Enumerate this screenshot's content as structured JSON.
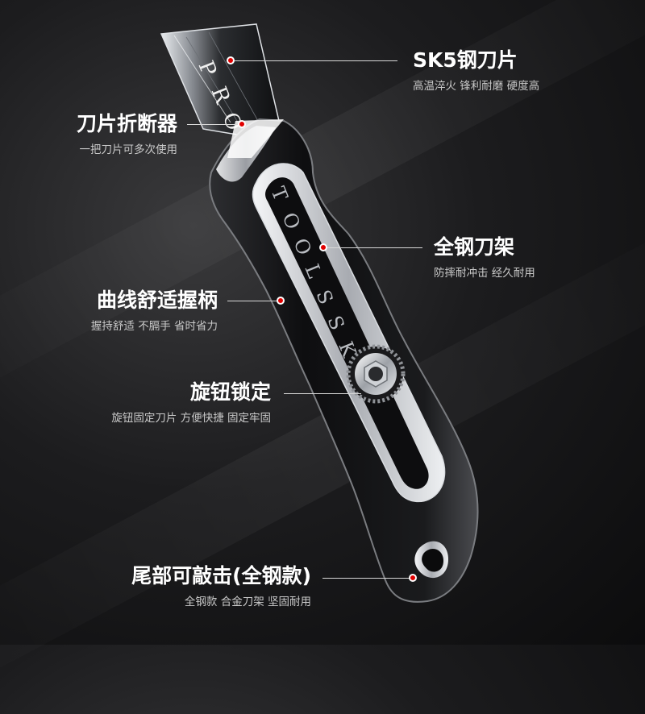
{
  "features": [
    {
      "title": "SK5钢刀片",
      "subtitle": "高温淬火 锋利耐磨 硬度高"
    },
    {
      "title": "刀片折断器",
      "subtitle": "一把刀片可多次使用"
    },
    {
      "title": "全钢刀架",
      "subtitle": "防摔耐冲击 经久耐用"
    },
    {
      "title": "曲线舒适握柄",
      "subtitle": "握持舒适 不膈手 省时省力"
    },
    {
      "title": "旋钮锁定",
      "subtitle": "旋钮固定刀片 方便快捷 固定牢固"
    },
    {
      "title": "尾部可敲击(全钢款)",
      "subtitle": "全钢款 合金刀架 坚固耐用"
    }
  ],
  "blade_text": [
    "P",
    "R",
    "O"
  ],
  "slot_text": [
    "T",
    "O",
    "O",
    "L",
    "S",
    "S",
    "K"
  ],
  "colors": {
    "marker": "#e10000",
    "line": "#d8d8d8",
    "handle": "#111111",
    "steel": "#c9ccd1"
  }
}
